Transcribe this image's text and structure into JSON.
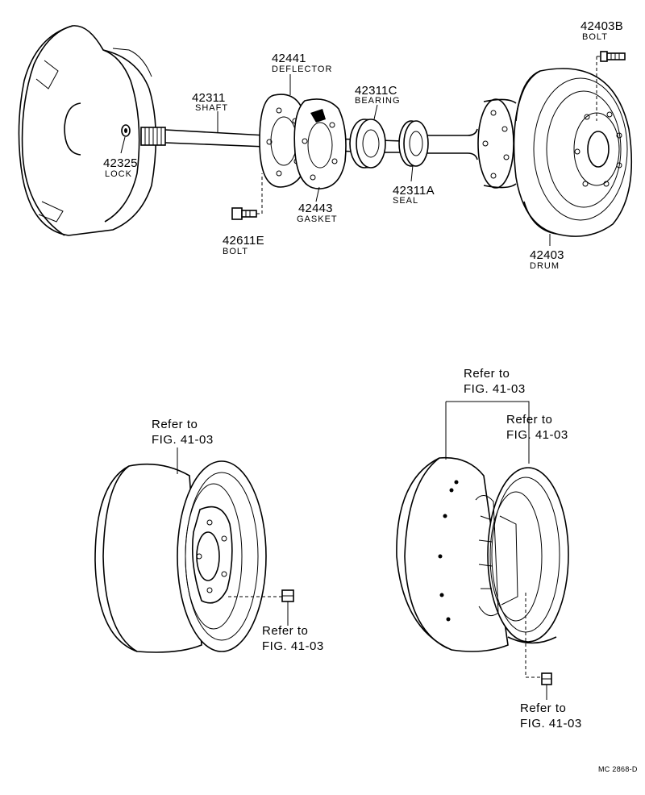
{
  "parts": [
    {
      "id": "shaft",
      "number": "42311",
      "name": "SHAFT"
    },
    {
      "id": "deflector",
      "number": "42441",
      "name": "DEFLECTOR"
    },
    {
      "id": "bearing",
      "number": "42311C",
      "name": "BEARING"
    },
    {
      "id": "bolt-drum",
      "number": "42403B",
      "name": "BOLT"
    },
    {
      "id": "lock",
      "number": "42325",
      "name": "LOCK"
    },
    {
      "id": "gasket",
      "number": "42443",
      "name": "GASKET"
    },
    {
      "id": "seal",
      "number": "42311A",
      "name": "SEAL"
    },
    {
      "id": "bolt-axle",
      "number": "42611E",
      "name": "BOLT"
    },
    {
      "id": "drum",
      "number": "42403",
      "name": "DRUM"
    }
  ],
  "references": {
    "line1": "Refer to",
    "line2": "FIG. 41-03"
  },
  "figure_code": "MC  2868-D"
}
